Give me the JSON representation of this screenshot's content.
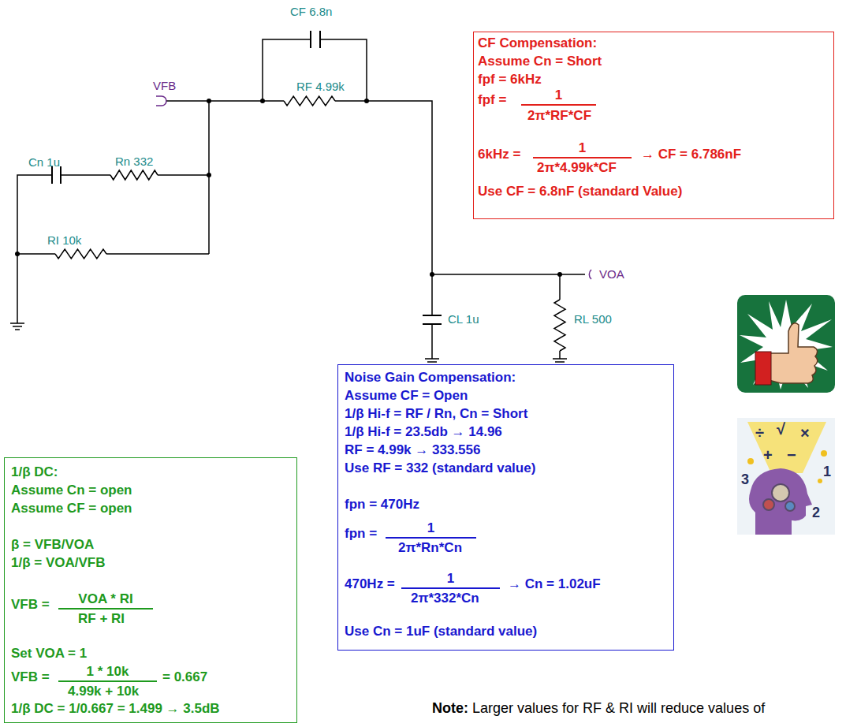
{
  "diagram": {
    "nodes": [
      {
        "text": [
          "CF Compensation:",
          "Assume Cn = Short",
          "fpf = 6kHz",
          "fpf =",
          "1",
          "2π*RF*CF",
          "6kHz =",
          "1",
          "2π*4.99k*CF",
          "→ CF = 6.786nF",
          "Use CF = 6.8nF (standard Value)"
        ]
      },
      {
        "text": [
          "Noise Gain Compensation:",
          "Assume CF = Open",
          "1/β Hi-f =  RF / Rn, Cn = Short",
          "1/β Hi-f = 23.5db → 14.96",
          "RF = 4.99k → 333.556",
          "Use RF = 332 (standard value)",
          "fpn = 470Hz",
          "fpn =",
          "1",
          "2π*Rn*Cn",
          "470Hz =",
          "1",
          "2π*332*Cn",
          "→ Cn = 1.02uF",
          "Use Cn =  1uF (standard value)"
        ]
      },
      {
        "text": [
          "1/β DC:",
          "Assume Cn = open",
          "Assume CF = open",
          "β = VFB/VOA",
          "1/β = VOA/VFB",
          "VFB =",
          "VOA * RI",
          "RF + RI",
          "Set VOA = 1",
          "VFB =",
          "1 * 10k",
          "= 0.667",
          "4.99k + 10k",
          "1/β DC = 1/0.667 = 1.499 → 3.5dB"
        ]
      }
    ],
    "labels": [
      "CF 6.8n",
      "VFB",
      "RF 4.99k",
      "Cn 1u",
      "Rn 332",
      "RI 10k",
      "VOA",
      "CL 1u",
      "RL 500",
      "÷",
      "√",
      "×",
      "+",
      "−",
      "3",
      "1",
      "2",
      "Note:",
      "Larger values for RF & RI will reduce values of"
    ]
  }
}
